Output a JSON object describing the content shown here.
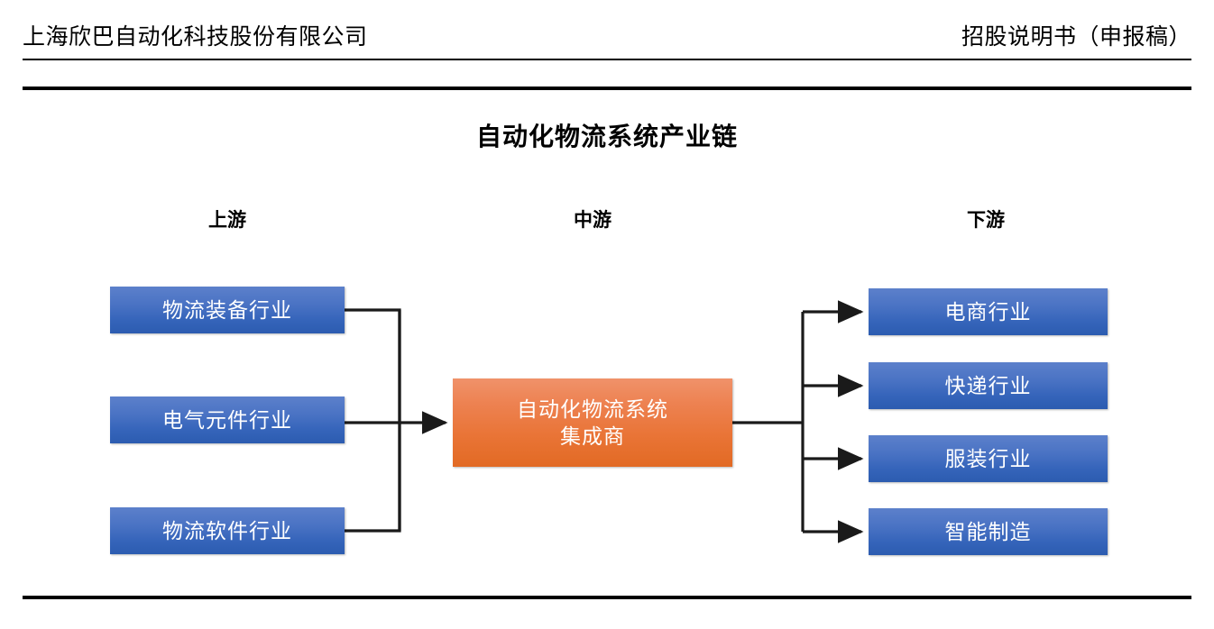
{
  "header": {
    "company": "上海欣巴自动化科技股份有限公司",
    "document": "招股说明书（申报稿）"
  },
  "figure": {
    "title": "自动化物流系统产业链",
    "columns": [
      {
        "key": "upstream",
        "label": "上游"
      },
      {
        "key": "midstream",
        "label": "中游"
      },
      {
        "key": "downstream",
        "label": "下游"
      }
    ],
    "upstream_nodes": [
      {
        "label": "物流装备行业"
      },
      {
        "label": "电气元件行业"
      },
      {
        "label": "物流软件行业"
      }
    ],
    "midstream_node": {
      "line1": "自动化物流系统",
      "line2": "集成商"
    },
    "downstream_nodes": [
      {
        "label": "电商行业"
      },
      {
        "label": "快递行业"
      },
      {
        "label": "服装行业"
      },
      {
        "label": "智能制造"
      }
    ],
    "colors": {
      "node_blue_top": "#5C80CB",
      "node_blue_bottom": "#2C5CB0",
      "node_orange_top": "#F0926A",
      "node_orange_bottom": "#E26A24",
      "connector": "#1A1A1A",
      "rule": "#000000",
      "node_text": "#FFFFFF"
    }
  }
}
